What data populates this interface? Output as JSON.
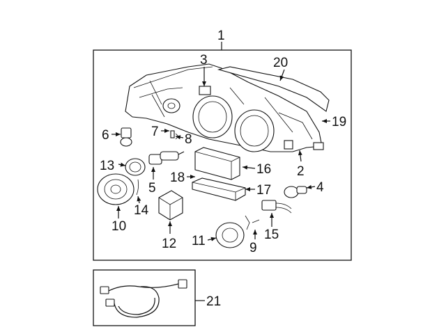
{
  "callouts": {
    "c1": "1",
    "c2": "2",
    "c3": "3",
    "c4": "4",
    "c5": "5",
    "c6": "6",
    "c7": "7",
    "c8": "8",
    "c9": "9",
    "c10": "10",
    "c11": "11",
    "c12": "12",
    "c13": "13",
    "c14": "14",
    "c15": "15",
    "c16": "16",
    "c17": "17",
    "c18": "18",
    "c19": "19",
    "c20": "20",
    "c21": "21"
  },
  "icons": {
    "headlamp": "headlamp-assembly-icon",
    "wiring": "wiring-harness-icon"
  }
}
